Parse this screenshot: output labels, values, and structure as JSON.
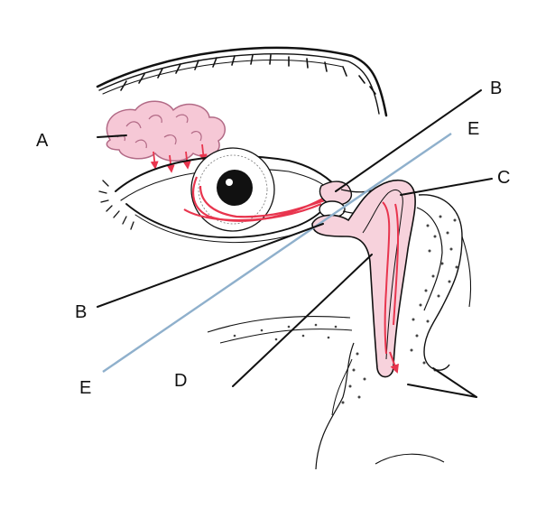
{
  "labels": {
    "a": "A",
    "b_upper": "B",
    "e_upper": "E",
    "c": "C",
    "b_lower": "B",
    "e_lower": "E",
    "d": "D"
  },
  "colors": {
    "line": "#111111",
    "gland_fill": "#f6c8d6",
    "gland_stroke": "#b26a86",
    "tear_red": "#e8354e",
    "duct_fill": "#f7d2dc",
    "blue_line": "#8fb0cc",
    "bone_dot": "#444444"
  }
}
